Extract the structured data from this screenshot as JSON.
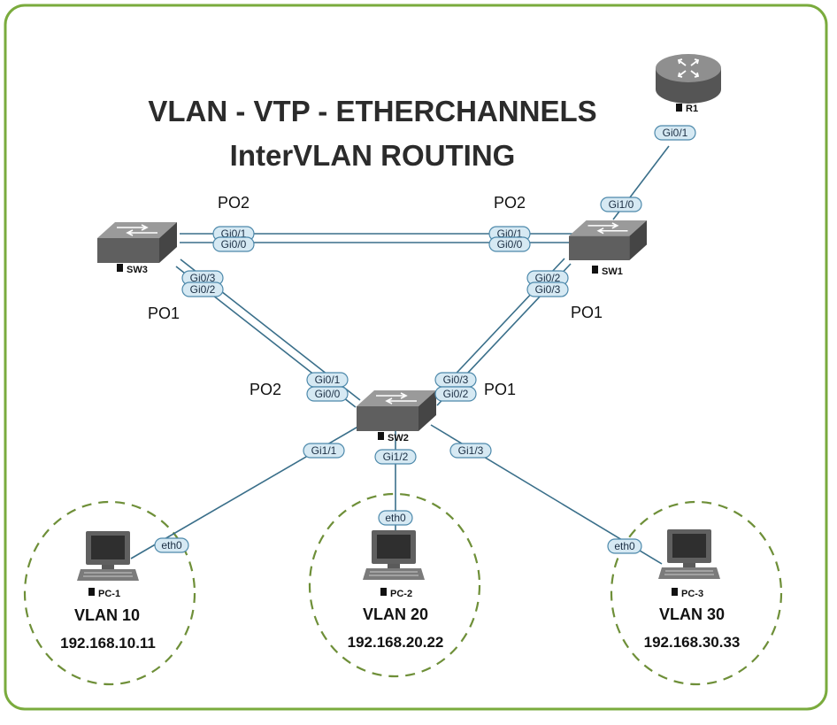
{
  "title": {
    "line1": "VLAN - VTP - ETHERCHANNELS",
    "line2": "InterVLAN ROUTING"
  },
  "colors": {
    "frame": "#7aab3d",
    "link": "#3a6f8a",
    "zone": "#6e8f38",
    "iface_fill": "#d6e9f3",
    "iface_stroke": "#4d89ab"
  },
  "devices": {
    "r1": {
      "label": "R1",
      "icon": "router-icon"
    },
    "sw1": {
      "label": "SW1",
      "icon": "switch-icon"
    },
    "sw2": {
      "label": "SW2",
      "icon": "switch-icon"
    },
    "sw3": {
      "label": "SW3",
      "icon": "switch-icon"
    },
    "pc1": {
      "label": "PC-1",
      "icon": "computer-icon",
      "vlan": "VLAN 10",
      "ip": "192.168.10.11"
    },
    "pc2": {
      "label": "PC-2",
      "icon": "computer-icon",
      "vlan": "VLAN 20",
      "ip": "192.168.20.22"
    },
    "pc3": {
      "label": "PC-3",
      "icon": "computer-icon",
      "vlan": "VLAN 30",
      "ip": "192.168.30.33"
    }
  },
  "portchannels": {
    "sw3_sw1_left": "PO2",
    "sw3_sw1_right": "PO2",
    "sw3_sw2_top": "PO1",
    "sw3_sw2_bottom": "PO2",
    "sw1_sw2_top": "PO1",
    "sw1_sw2_bottom": "PO1"
  },
  "interfaces": {
    "r1_gi0_1": "Gi0/1",
    "sw1_gi1_0": "Gi1/0",
    "sw3_gi0_1": "Gi0/1",
    "sw3_gi0_0": "Gi0/0",
    "sw1_gi0_1": "Gi0/1",
    "sw1_gi0_0": "Gi0/0",
    "sw3_gi0_3": "Gi0/3",
    "sw3_gi0_2": "Gi0/2",
    "sw1_gi0_2": "Gi0/2",
    "sw1_gi0_3": "Gi0/3",
    "sw2_gi0_1": "Gi0/1",
    "sw2_gi0_0": "Gi0/0",
    "sw2_gi0_3": "Gi0/3",
    "sw2_gi0_2": "Gi0/2",
    "sw2_gi1_1": "Gi1/1",
    "sw2_gi1_2": "Gi1/2",
    "sw2_gi1_3": "Gi1/3",
    "pc1_eth0": "eth0",
    "pc2_eth0": "eth0",
    "pc3_eth0": "eth0"
  }
}
